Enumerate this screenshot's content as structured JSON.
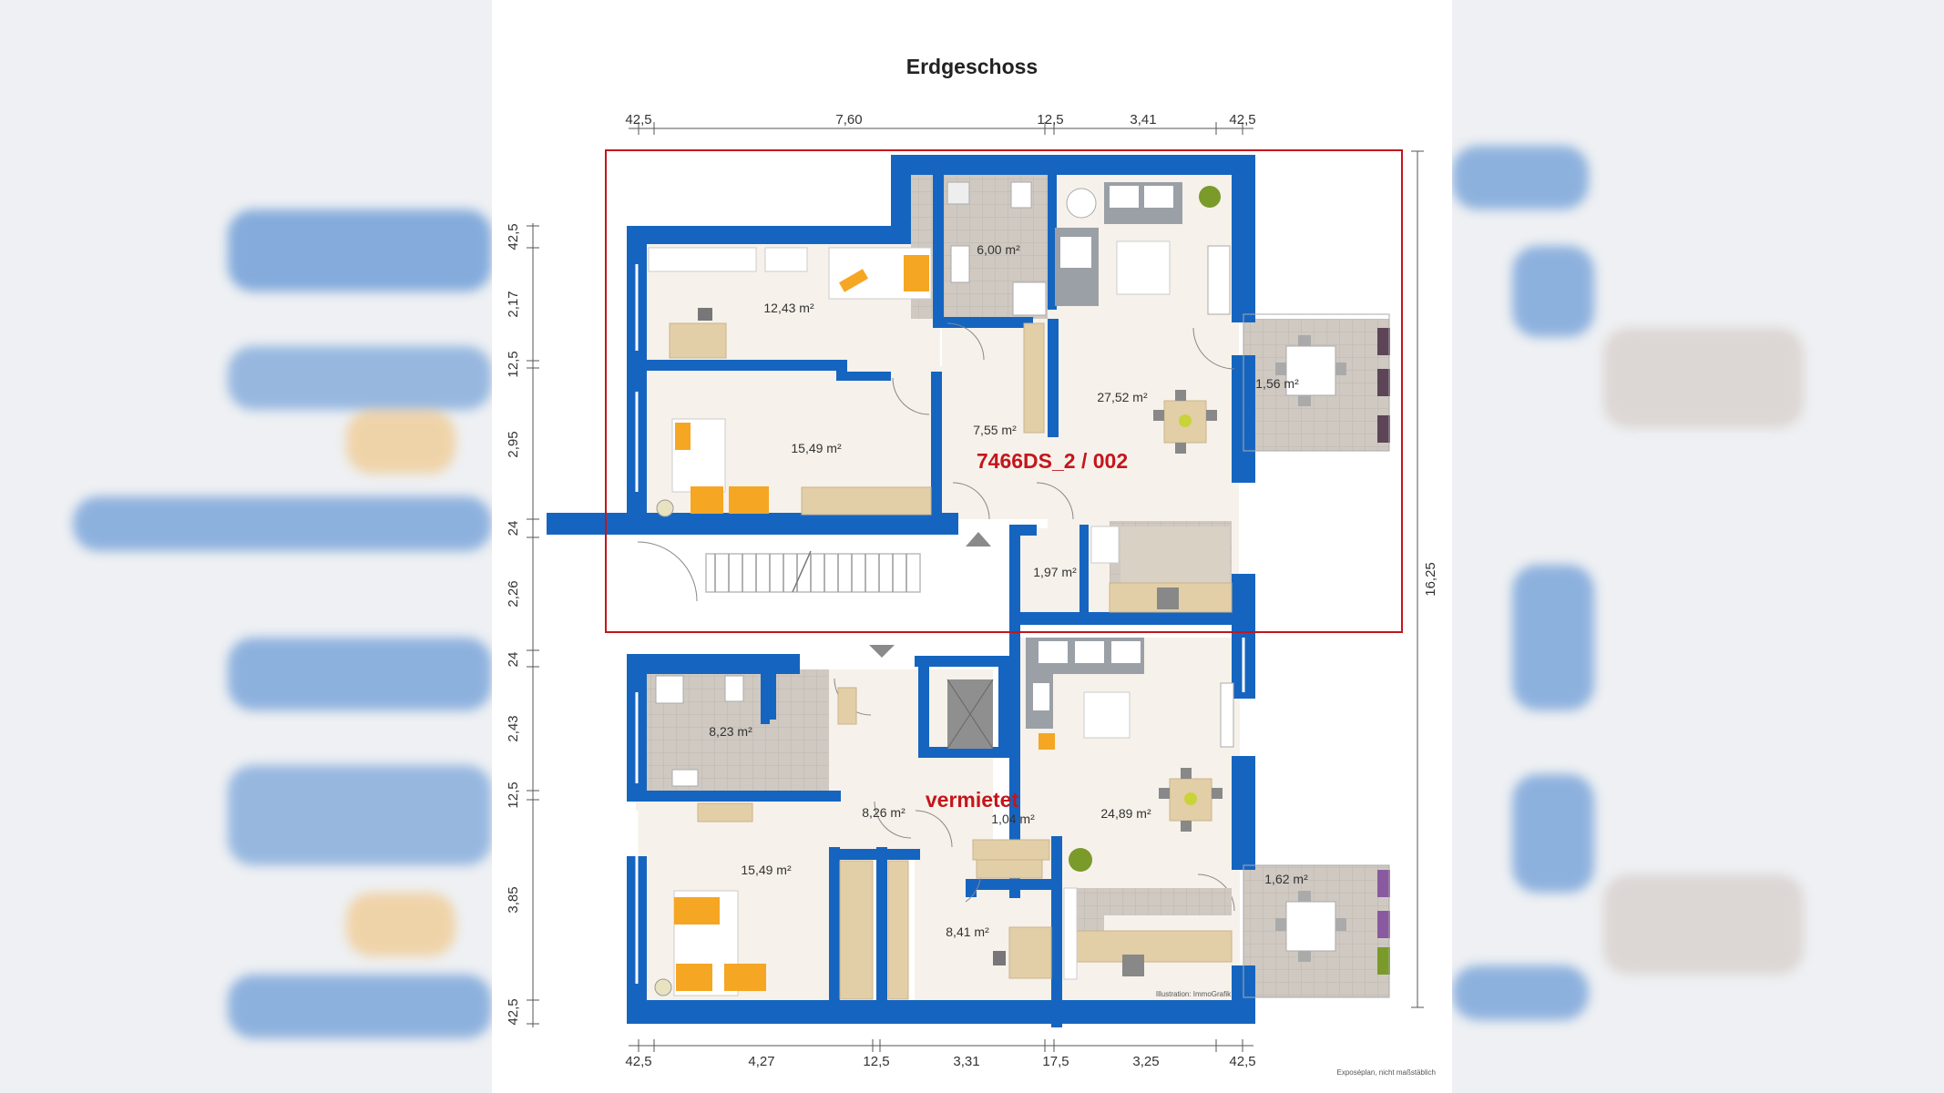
{
  "title": "Erdgeschoss",
  "dims_top": [
    "42,5",
    "7,60",
    "12,5",
    "3,41",
    "42,5"
  ],
  "dims_bottom": [
    "42,5",
    "4,27",
    "12,5",
    "3,31",
    "17,5",
    "3,25",
    "42,5"
  ],
  "dims_left": [
    "42,5",
    "2,17",
    "12,5",
    "2,95",
    "24",
    "2,26",
    "24",
    "2,43",
    "12,5",
    "3,85",
    "42,5"
  ],
  "dim_right": "16,25",
  "rooms_upper": [
    "6,00 m²",
    "12,43 m²",
    "27,52 m²",
    "1,56 m²",
    "7,55 m²",
    "15,49 m²",
    "1,97 m²"
  ],
  "rooms_lower": [
    "8,23 m²",
    "8,26 m²",
    "1,04 m²",
    "24,89 m²",
    "15,49 m²",
    "8,41 m²",
    "1,62 m²"
  ],
  "unit_label": "7466DS_2 / 002",
  "status_label": "vermietet",
  "credit": "Illustration: ImmoGrafik",
  "footer_note": "Exposéplan, nicht maßstäblich",
  "colors": {
    "wall": "#1565c0",
    "floor": "#f6f1ea",
    "tile": "#cfc9c2",
    "accent_red": "#c3161c",
    "furniture_orange": "#f5a623"
  }
}
